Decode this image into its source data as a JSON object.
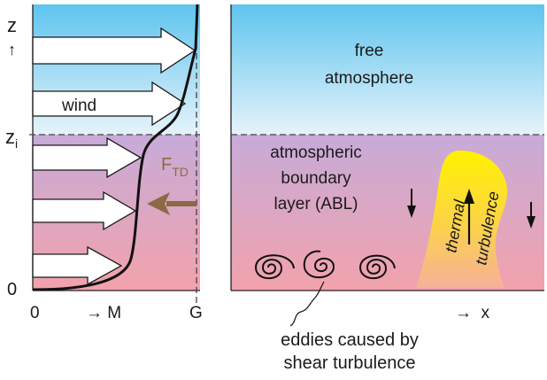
{
  "left_panel": {
    "z_axis_label": "z",
    "z_arrow": "↑",
    "zi_label": "z",
    "zi_subscript": "i",
    "zero_label": "0",
    "wind_label": "wind",
    "force_label": "F",
    "force_subscript": "TD",
    "x_zero_label": "0",
    "m_label": "→ M",
    "g_label": "G"
  },
  "right_panel": {
    "free_atmosphere": [
      "free",
      "atmosphere"
    ],
    "abl": [
      "atmospheric",
      "boundary",
      "layer (ABL)"
    ],
    "thermal": "thermal",
    "turbulence": "turbulence",
    "x_label": "→  x"
  },
  "caption": [
    "eddies caused by",
    "shear turbulence"
  ],
  "colors": {
    "sky_top": "#5ec4ee",
    "sky_bottom": "#e6f3fa",
    "abl_top": "#c9a9d8",
    "abl_bottom": "#f2a3ac",
    "force_arrow": "#8b6a45",
    "thermal_top": "#fff200",
    "thermal_bottom": "#f9b98c"
  }
}
